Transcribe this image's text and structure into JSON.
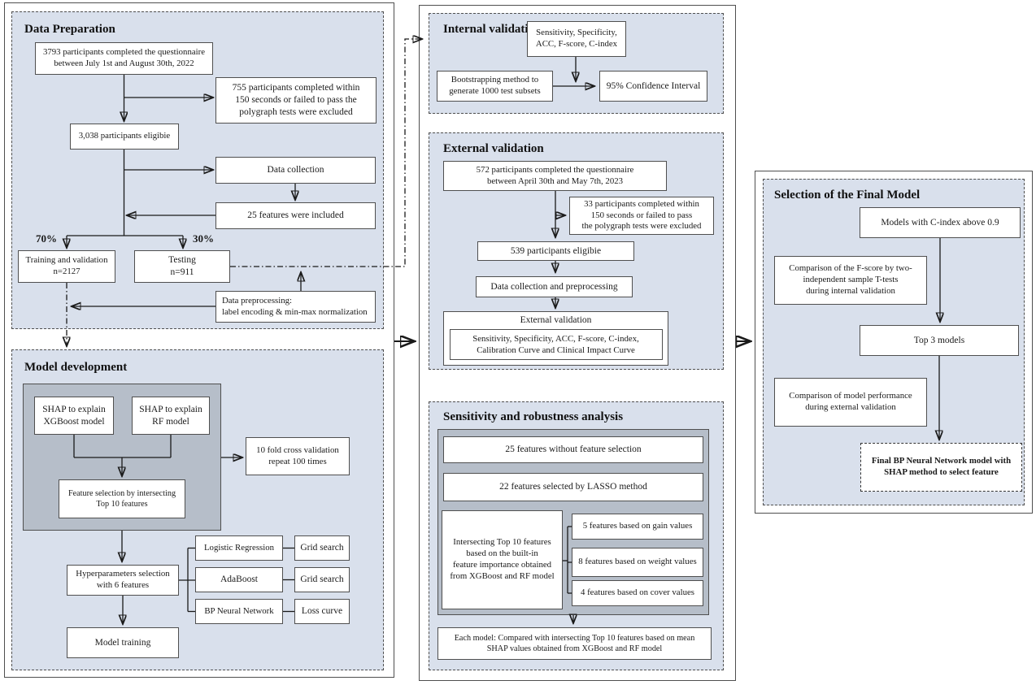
{
  "sections": {
    "data_preparation": {
      "title": "Data Preparation"
    },
    "model_development": {
      "title": "Model development"
    },
    "internal_validation": {
      "title": "Internal validation"
    },
    "external_validation": {
      "title": "External validation"
    },
    "sensitivity": {
      "title": "Sensitivity and robustness analysis"
    },
    "final_model": {
      "title": "Selection of the Final Model"
    }
  },
  "boxes": {
    "participants_3793": "3793 participants completed the questionnaire\nbetween July 1st and August 30th, 2022",
    "excluded_755": "755 participants completed within\n150 seconds or failed to pass the\npolygraph tests were excluded",
    "eligible_3038": "3,038 participants eligibie",
    "data_collection": "Data collection",
    "features_25": "25 features were included",
    "split_70": "70%",
    "split_30": "30%",
    "training": "Training and validation\nn=2127",
    "testing": "Testing\nn=911",
    "preprocessing": "Data preprocessing:\nlabel encoding & min-max normalization",
    "shap_xgboost": "SHAP  to explain\nXGBoost model",
    "shap_rf": "SHAP  to explain\nRF model",
    "cross_validation": "10 fold cross validation\nrepeat 100 times",
    "feature_selection": "Feature selection by intersecting\nTop 10 features",
    "hyperparameters": "Hyperparameters selection\nwith 6 features",
    "logistic_regression": "Logistic Regression",
    "grid_search_1": "Grid search",
    "adaboost": "AdaBoost",
    "grid_search_2": "Grid search",
    "bp_neural_network": "BP Neural Network",
    "loss_curve": "Loss curve",
    "model_training": "Model training",
    "internal_metrics": "Sensitivity, Specificity,\nACC, F-score, C-index",
    "bootstrapping": "Bootstrapping method to\ngenerate 1000 test subsets",
    "confidence_interval": "95% Confidence Interval",
    "participants_572": "572 participants completed the questionnaire\nbetween April 30th and May 7th, 2023",
    "excluded_33": "33 participants completed within\n150 seconds or failed to pass\nthe polygraph tests were excluded",
    "eligible_539": "539 participants eligibie",
    "collection_preprocessing": "Data collection and  preprocessing",
    "external_validation_label": "External validation",
    "external_metrics": "Sensitivity, Specificity, ACC, F-score, C-index,\nCalibration Curve and Clinical Impact Curve",
    "features_25_no_selection": "25 features without feature selection",
    "features_22_lasso": "22 features selected by LASSO method",
    "intersecting_top10": "Intersecting Top 10 features\nbased on the built-in\nfeature importance obtained\nfrom XGBoost and RF model",
    "gain_5": "5 features based on gain values",
    "weight_8": "8 features based on weight values",
    "cover_4": "4 features based on cover values",
    "each_model": "Each model: Compared with intersecting Top 10 features based on mean\nSHAP values obtained from XGBoost and RF model",
    "cindex_above": "Models with C-index above 0.9",
    "fscore_comparison": "Comparison of the F-score by two-\nindependent sample T-tests\nduring internal validation",
    "top3_models": "Top 3 models",
    "performance_comparison": "Comparison of model performance\nduring external validation",
    "final_model_box": "Final BP  Neural Network model with\nSHAP method to select feature"
  },
  "colors": {
    "section_bg": "#d9e0ec",
    "panel_bg": "#b6bec9",
    "border": "#4a4a4a",
    "arrow": "#1a1a1a",
    "box_bg": "#ffffff"
  }
}
